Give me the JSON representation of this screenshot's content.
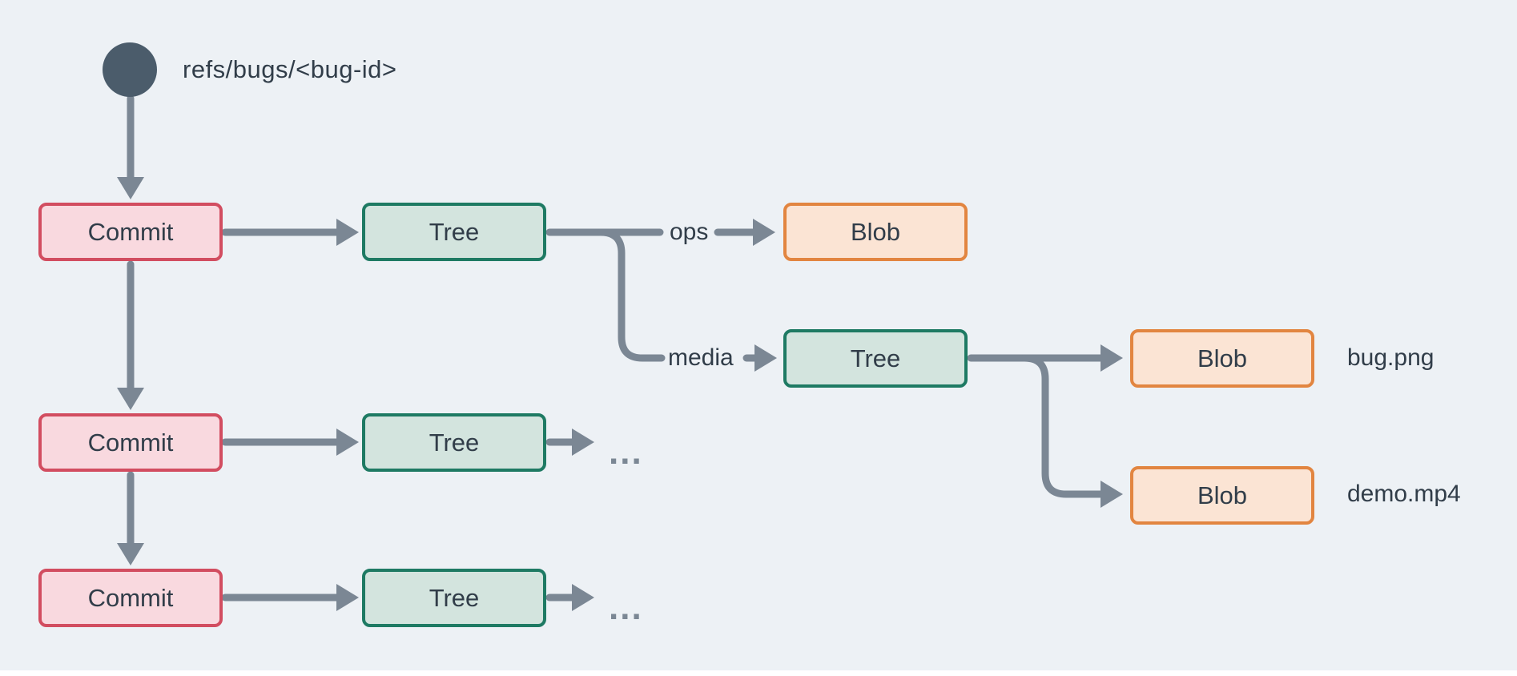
{
  "diagram": {
    "ref": {
      "label": "refs/bugs/<bug-id>"
    },
    "nodes": [
      {
        "id": "commit-1",
        "type": "commit",
        "label": "Commit"
      },
      {
        "id": "tree-1",
        "type": "tree",
        "label": "Tree"
      },
      {
        "id": "blob-ops",
        "type": "blob",
        "label": "Blob"
      },
      {
        "id": "tree-media",
        "type": "tree",
        "label": "Tree"
      },
      {
        "id": "blob-bug",
        "type": "blob",
        "label": "Blob"
      },
      {
        "id": "blob-demo",
        "type": "blob",
        "label": "Blob"
      },
      {
        "id": "commit-2",
        "type": "commit",
        "label": "Commit"
      },
      {
        "id": "tree-2",
        "type": "tree",
        "label": "Tree"
      },
      {
        "id": "commit-3",
        "type": "commit",
        "label": "Commit"
      },
      {
        "id": "tree-3",
        "type": "tree",
        "label": "Tree"
      }
    ],
    "edge_labels": {
      "ops": "ops",
      "media": "media"
    },
    "file_labels": {
      "bug_png": "bug.png",
      "demo_mp4": "demo.mp4"
    },
    "ellipsis": "...",
    "colors": {
      "background": "#edf1f5",
      "connector": "#7b8794",
      "text": "#313d49",
      "ref_circle": "#4b5c6b",
      "commit_fill": "#f9d9df",
      "commit_border": "#d24d60",
      "tree_fill": "#d3e4de",
      "tree_border": "#1e7a63",
      "blob_fill": "#fbe4d4",
      "blob_border": "#e28540"
    }
  }
}
